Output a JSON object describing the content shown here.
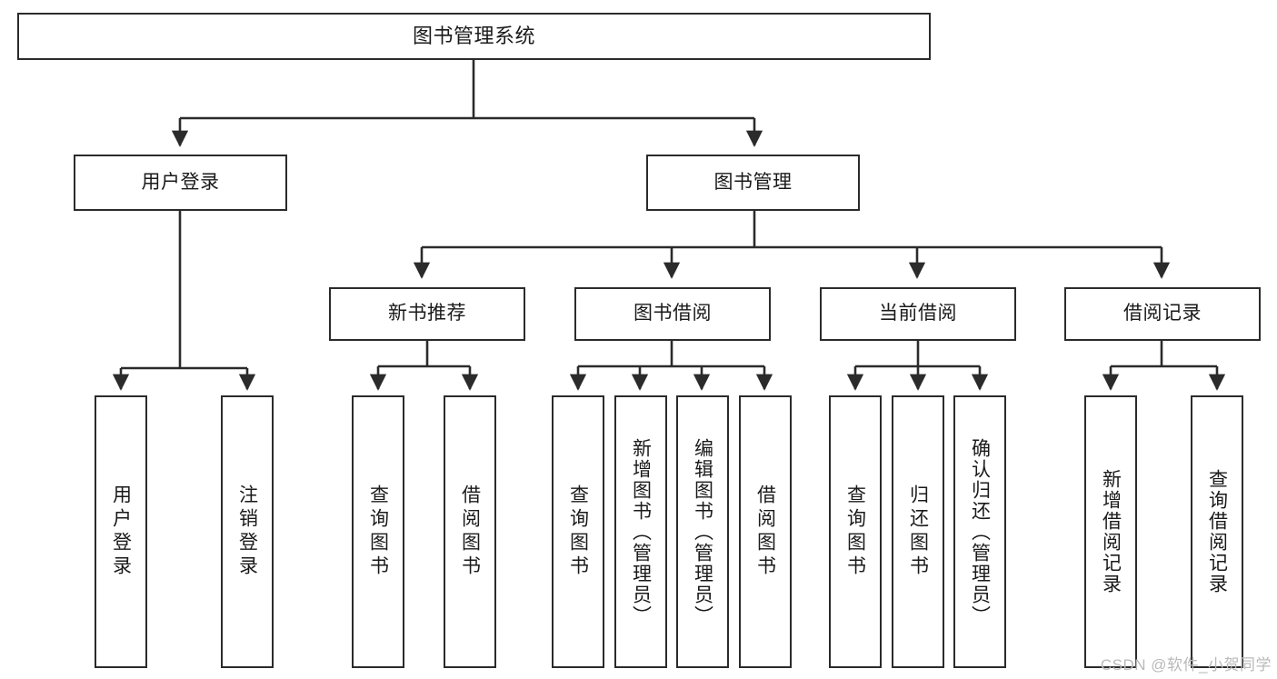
{
  "diagram": {
    "type": "tree",
    "title": "图书管理系统",
    "watermark": "CSDN @软件_小贺同学",
    "colors": {
      "stroke": "#2b2b2b",
      "fill": "#ffffff",
      "text": "#1a1a1a",
      "watermark": "#b9b9b9"
    },
    "nodes": {
      "root": {
        "label": "图书管理系统"
      },
      "level2": [
        {
          "id": "user-login",
          "label": "用户登录"
        },
        {
          "id": "book-manage",
          "label": "图书管理"
        }
      ],
      "level3": [
        {
          "id": "new-book-recommend",
          "label": "新书推荐"
        },
        {
          "id": "book-borrow",
          "label": "图书借阅"
        },
        {
          "id": "current-borrow",
          "label": "当前借阅"
        },
        {
          "id": "borrow-record",
          "label": "借阅记录"
        }
      ],
      "leaves": [
        {
          "id": "leaf-user-login",
          "label": "用户登录",
          "parent": "user-login"
        },
        {
          "id": "leaf-logout-login",
          "label": "注销登录",
          "parent": "user-login"
        },
        {
          "id": "leaf-query-book-1",
          "label": "查询图书",
          "parent": "new-book-recommend"
        },
        {
          "id": "leaf-borrow-book-1",
          "label": "借阅图书",
          "parent": "new-book-recommend"
        },
        {
          "id": "leaf-query-book-2",
          "label": "查询图书",
          "parent": "book-borrow"
        },
        {
          "id": "leaf-add-book-admin",
          "label": "新增图书（管理员）",
          "parent": "book-borrow"
        },
        {
          "id": "leaf-edit-book-admin",
          "label": "编辑图书（管理员）",
          "parent": "book-borrow"
        },
        {
          "id": "leaf-borrow-book-2",
          "label": "借阅图书",
          "parent": "book-borrow"
        },
        {
          "id": "leaf-query-book-3",
          "label": "查询图书",
          "parent": "current-borrow"
        },
        {
          "id": "leaf-return-book",
          "label": "归还图书",
          "parent": "current-borrow"
        },
        {
          "id": "leaf-confirm-return-admin",
          "label": "确认归还（管理员）",
          "parent": "current-borrow"
        },
        {
          "id": "leaf-add-borrow-record",
          "label": "新增借阅记录",
          "parent": "borrow-record"
        },
        {
          "id": "leaf-query-borrow-record",
          "label": "查询借阅记录",
          "parent": "borrow-record"
        }
      ]
    }
  }
}
